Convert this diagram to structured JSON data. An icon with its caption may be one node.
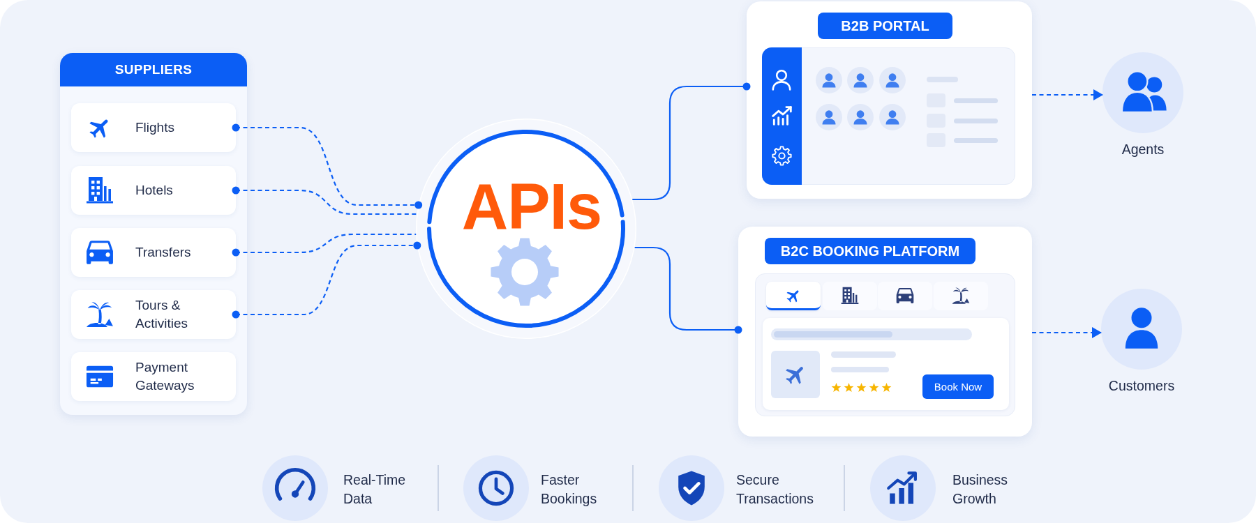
{
  "diagram": {
    "nodes": [
      {
        "text": [
          "SUPPLIERS"
        ]
      },
      {
        "text": [
          "Flights"
        ],
        "in": 0
      },
      {
        "text": [
          "Hotels"
        ],
        "in": 0
      },
      {
        "text": [
          "Transfers"
        ],
        "in": 0
      },
      {
        "text": [
          "Tours & Activities"
        ],
        "in": 0
      },
      {
        "text": [
          "Payment Gateways"
        ],
        "in": 0
      },
      {
        "text": [
          "APIs"
        ]
      },
      {
        "text": [
          "B2B PORTAL"
        ]
      },
      {
        "text": [
          "B2C BOOKING PLATFORM",
          "Book Now"
        ]
      },
      {
        "text": [
          "Agents"
        ]
      },
      {
        "text": [
          "Customers"
        ]
      }
    ],
    "edges": [
      {
        "from": 1,
        "to": 6,
        "arrow": "other",
        "style": "dashed"
      },
      {
        "from": 2,
        "to": 6,
        "arrow": "other",
        "style": "dashed"
      },
      {
        "from": 3,
        "to": 6,
        "arrow": "other",
        "style": "dashed"
      },
      {
        "from": 4,
        "to": 6,
        "arrow": "other",
        "style": "dashed"
      },
      {
        "from": 6,
        "to": 7,
        "arrow": "other"
      },
      {
        "from": 6,
        "to": 8,
        "arrow": "other"
      },
      {
        "from": 7,
        "to": 9,
        "arrow": "to",
        "style": "dashed"
      },
      {
        "from": 8,
        "to": 10,
        "arrow": "to",
        "style": "dashed"
      }
    ],
    "labels": [
      "Real-Time Data",
      "Faster Bookings",
      "Secure Transactions",
      "Business Growth"
    ]
  }
}
